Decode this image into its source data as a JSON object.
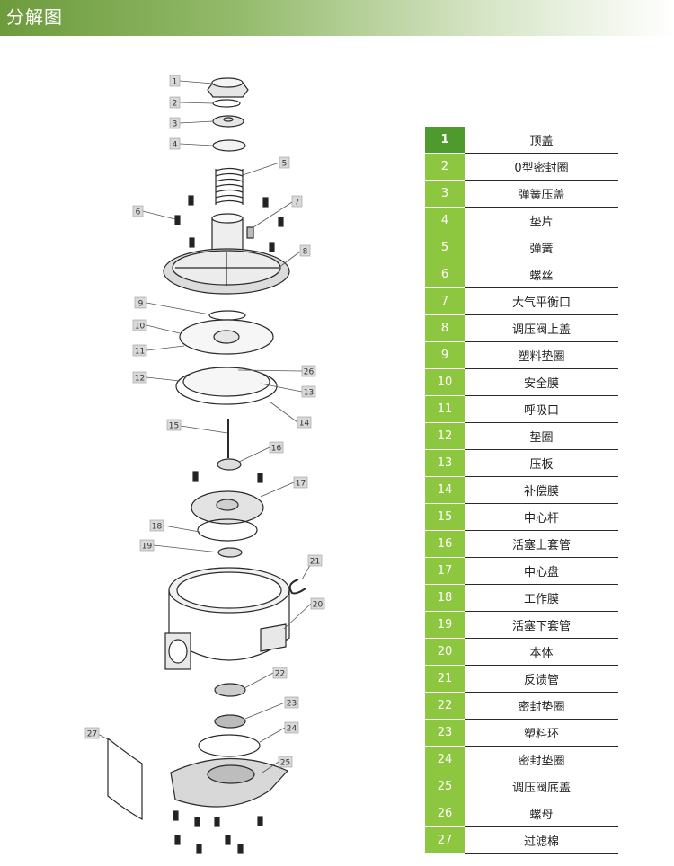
{
  "header": {
    "title": "分解图"
  },
  "parts": [
    {
      "no": "1",
      "name": "顶盖"
    },
    {
      "no": "2",
      "name": "0型密封圈"
    },
    {
      "no": "3",
      "name": "弹簧压盖"
    },
    {
      "no": "4",
      "name": "垫片"
    },
    {
      "no": "5",
      "name": "弹簧"
    },
    {
      "no": "6",
      "name": "螺丝"
    },
    {
      "no": "7",
      "name": "大气平衡口"
    },
    {
      "no": "8",
      "name": "调压阀上盖"
    },
    {
      "no": "9",
      "name": "塑料垫圈"
    },
    {
      "no": "10",
      "name": "安全膜"
    },
    {
      "no": "11",
      "name": "呼吸口"
    },
    {
      "no": "12",
      "name": "垫圈"
    },
    {
      "no": "13",
      "name": "压板"
    },
    {
      "no": "14",
      "name": "补偿膜"
    },
    {
      "no": "15",
      "name": "中心杆"
    },
    {
      "no": "16",
      "name": "活塞上套管"
    },
    {
      "no": "17",
      "name": "中心盘"
    },
    {
      "no": "18",
      "name": "工作膜"
    },
    {
      "no": "19",
      "name": "活塞下套管"
    },
    {
      "no": "20",
      "name": "本体"
    },
    {
      "no": "21",
      "name": "反馈管"
    },
    {
      "no": "22",
      "name": "密封垫圈"
    },
    {
      "no": "23",
      "name": "塑料环"
    },
    {
      "no": "24",
      "name": "密封垫圈"
    },
    {
      "no": "25",
      "name": "调压阀底盖"
    },
    {
      "no": "26",
      "name": "螺母"
    },
    {
      "no": "27",
      "name": "过滤棉"
    }
  ]
}
